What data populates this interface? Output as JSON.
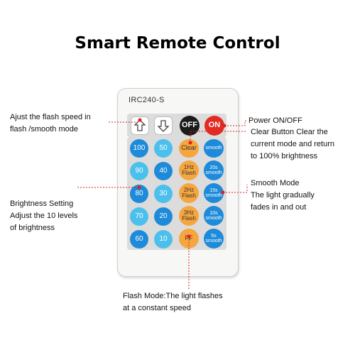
{
  "title": "Smart Remote Control",
  "remote": {
    "model": "IRC240-S",
    "off_label": "OFF",
    "on_label": "ON",
    "clear_label": "Clear",
    "brightness": [
      "100",
      "50",
      "90",
      "40",
      "80",
      "30",
      "70",
      "20",
      "60",
      "10"
    ],
    "flash": [
      {
        "line1": "1Hz",
        "line2": "Flash"
      },
      {
        "line1": "2Hz",
        "line2": "Flash"
      },
      {
        "line1": "3Hz",
        "line2": "Flash"
      },
      {
        "line1": "FF",
        "line2": ""
      }
    ],
    "smooth": [
      {
        "line1": "smooth",
        "line2": ""
      },
      {
        "line1": "20s",
        "line2": "smooth"
      },
      {
        "line1": "15s",
        "line2": "smooth"
      },
      {
        "line1": "10s",
        "line2": "smooth"
      },
      {
        "line1": "5s",
        "line2": "smooth"
      }
    ]
  },
  "annotations": {
    "speed": [
      "Ajust the flash speed in",
      "flash /smooth mode"
    ],
    "power": [
      "Power ON/OFF"
    ],
    "clear": [
      "Clear Button Clear the",
      "current mode and return",
      "to 100% brightness"
    ],
    "smooth": [
      "Smooth Mode",
      "The light gradually",
      "fades in and out"
    ],
    "brightness": [
      "Brightness Setting",
      "Adjust the 10 levels",
      "of brightness"
    ],
    "flash": [
      "Flash Mode:The light flashes",
      "at a constant speed"
    ]
  },
  "colors": {
    "blue": "#1d8bd9",
    "light_blue": "#4cc0ec",
    "orange": "#f6a63e",
    "power_red": "#e22b25",
    "off_black": "#1b1b1b",
    "leader_red": "#e02020"
  }
}
